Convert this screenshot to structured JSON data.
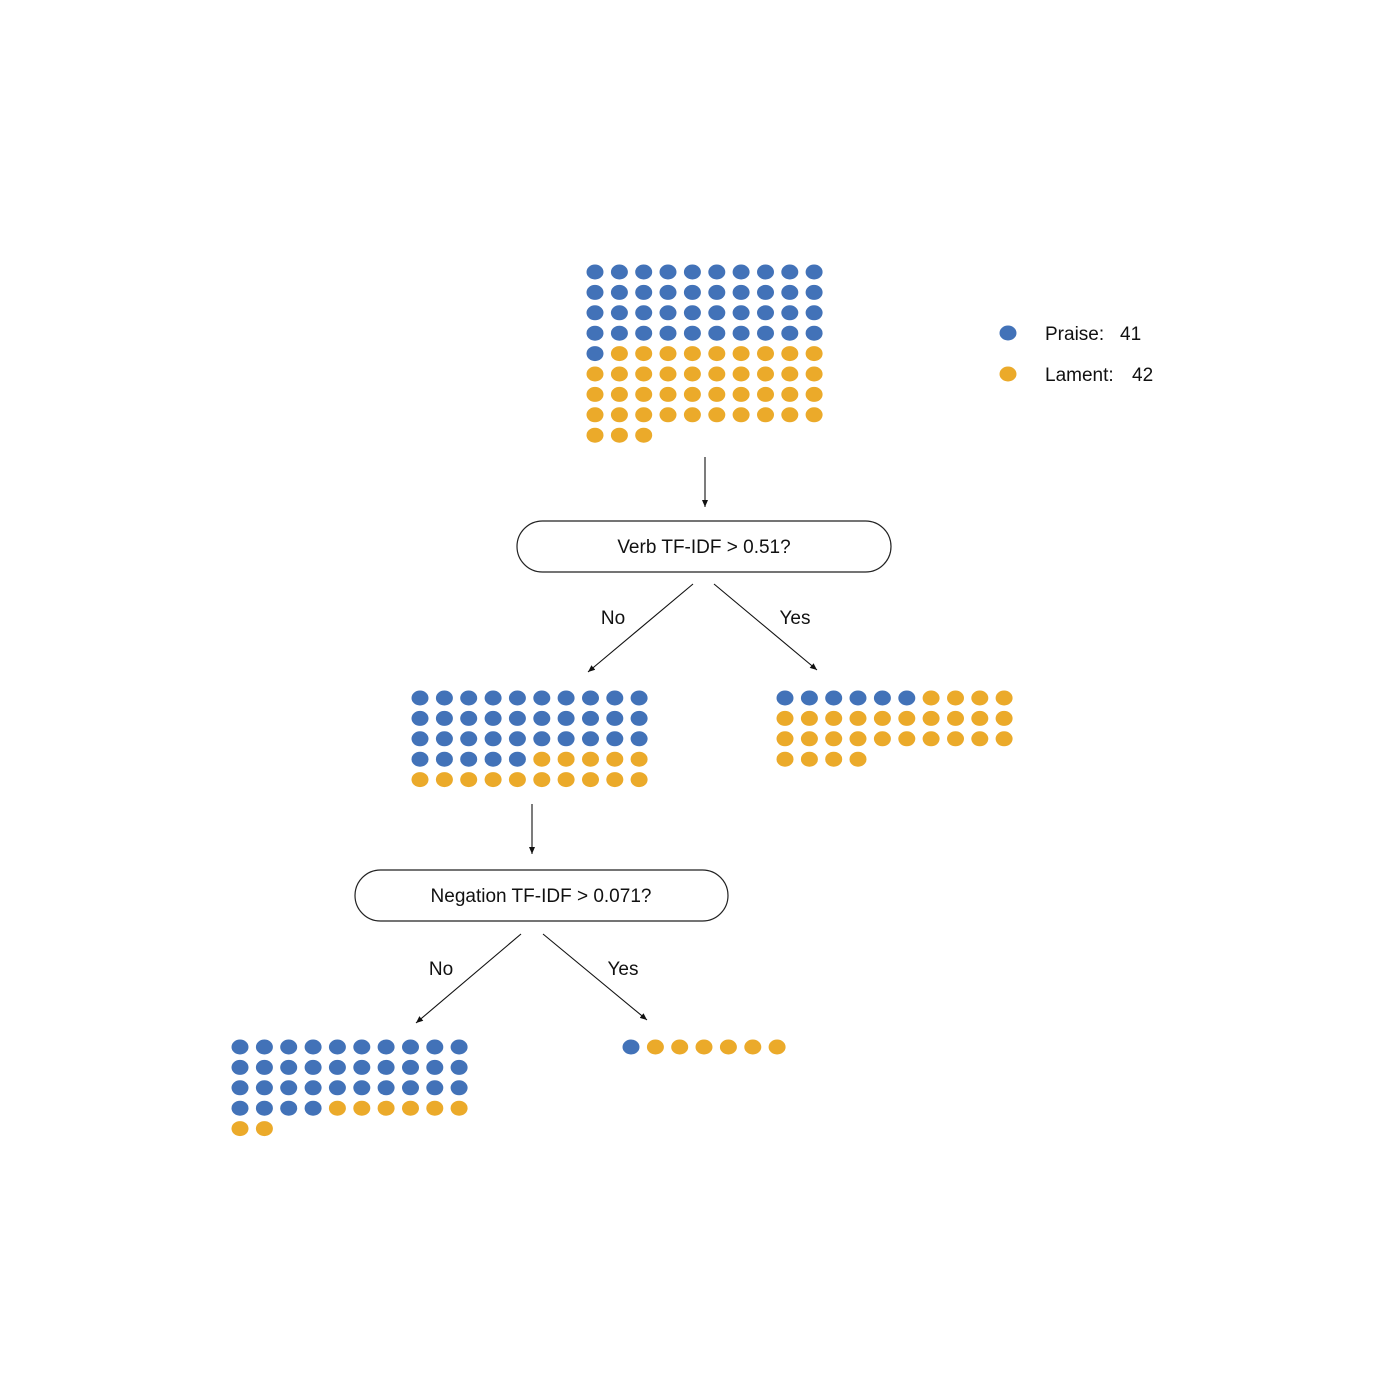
{
  "colors": {
    "praise": "#4272b8",
    "lament": "#ebaa2a"
  },
  "legend": {
    "items": [
      {
        "key": "praise",
        "label": "Praise:",
        "count": "41"
      },
      {
        "key": "lament",
        "label": "Lament:",
        "count": "42"
      }
    ]
  },
  "tree": {
    "root_samples": {
      "praise": 41,
      "lament": 42
    },
    "split_1": {
      "question": "Verb TF-IDF > 0.51?",
      "no_label": "No",
      "yes_label": "Yes"
    },
    "split_1_no_samples": {
      "praise": 35,
      "lament": 15
    },
    "split_1_yes_samples": {
      "praise": 6,
      "lament": 28
    },
    "split_2": {
      "question": "Negation TF-IDF > 0.071?",
      "no_label": "No",
      "yes_label": "Yes"
    },
    "split_2_no_samples": {
      "praise": 34,
      "lament": 8
    },
    "split_2_yes_samples": {
      "praise": 1,
      "lament": 6
    }
  }
}
